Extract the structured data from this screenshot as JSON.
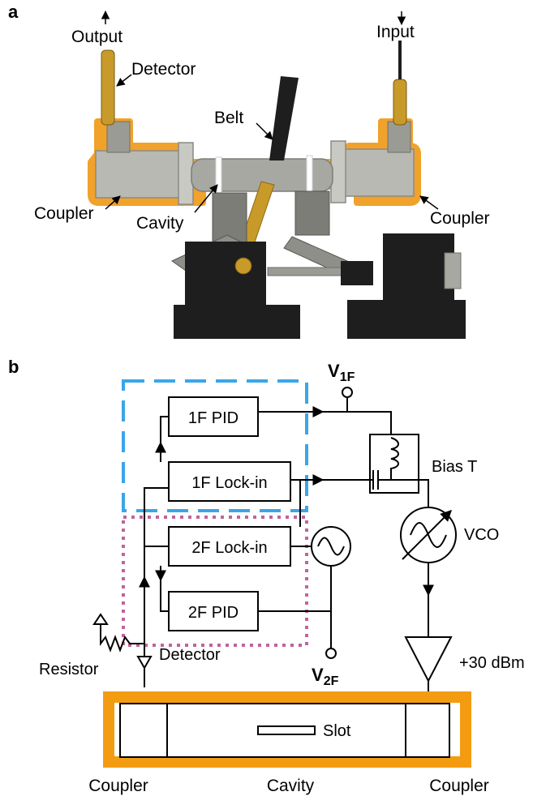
{
  "panel_a": {
    "letter": "a",
    "labels": {
      "output": "Output",
      "input": "Input",
      "detector": "Detector",
      "belt": "Belt",
      "coupler_left": "Coupler",
      "coupler_right": "Coupler",
      "cavity": "Cavity"
    },
    "colors": {
      "highlight": "#f0a22b",
      "metal": "#b9b9b3",
      "plastic": "#1e1e1e",
      "brass": "#c89a2a"
    }
  },
  "panel_b": {
    "letter": "b",
    "blocks": {
      "pid_1f": "1F PID",
      "lockin_1f": "1F Lock-in",
      "lockin_2f": "2F Lock-in",
      "pid_2f": "2F PID"
    },
    "labels": {
      "v1f_main": "V",
      "v1f_sub": "1F",
      "v2f_main": "V",
      "v2f_sub": "2F",
      "bias_t": "Bias T",
      "vco": "VCO",
      "amp": "+30 dBm",
      "resistor": "Resistor",
      "detector": "Detector",
      "slot": "Slot",
      "coupler_left": "Coupler",
      "cavity": "Cavity",
      "coupler_right": "Coupler"
    },
    "colors": {
      "loop_1f": "#3aa6e8",
      "loop_2f": "#c0649b",
      "housing": "#f39c12"
    }
  }
}
